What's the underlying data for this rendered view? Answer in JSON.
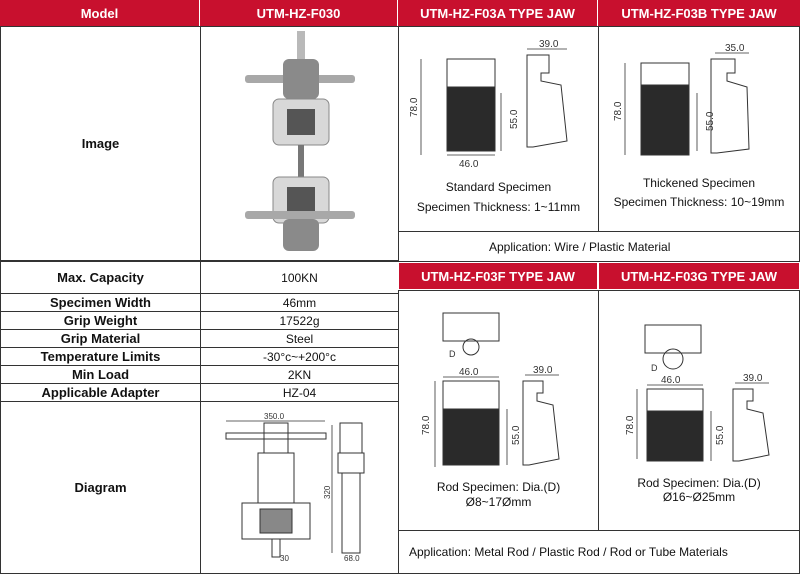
{
  "header": {
    "col_model": "Model",
    "col_model_value": "UTM-HZ-F030",
    "col_jaw_a": "UTM-HZ-F03A TYPE JAW",
    "col_jaw_b": "UTM-HZ-F03B TYPE JAW"
  },
  "image_row": {
    "label": "Image"
  },
  "specs": [
    {
      "label": "Max. Capacity",
      "value": "100KN"
    },
    {
      "label": "Specimen Width",
      "value": "46mm"
    },
    {
      "label": "Grip Weight",
      "value": "17522g"
    },
    {
      "label": "Grip Material",
      "value": "Steel"
    },
    {
      "label": "Temperature Limits",
      "value": "-30°c~+200°c"
    },
    {
      "label": "Min Load",
      "value": "2KN"
    },
    {
      "label": "Applicable Adapter",
      "value": "HZ-04"
    }
  ],
  "diagram_row": {
    "label": "Diagram",
    "dim_width": "350.0",
    "dim_height": "320",
    "dim_small_a": "30",
    "dim_small_b": "68.0"
  },
  "jaw_a": {
    "dim_width": "46.0",
    "dim_height": "78.0",
    "dim_inner": "55.0",
    "dim_side": "39.0",
    "caption1": "Standard Specimen",
    "caption2": "Specimen Thickness: 1~11mm"
  },
  "jaw_b": {
    "dim_height": "78.0",
    "dim_inner": "55.0",
    "dim_side": "35.0",
    "caption1": "Thickened Specimen",
    "caption2": "Specimen Thickness: 10~19mm"
  },
  "application_ab": "Application: Wire / Plastic Material",
  "header2": {
    "col_jaw_f": "UTM-HZ-F03F TYPE JAW",
    "col_jaw_g": "UTM-HZ-F03G TYPE JAW"
  },
  "jaw_f": {
    "dim_d": "D",
    "dim_width": "46.0",
    "dim_height": "78.0",
    "dim_inner": "55.0",
    "dim_side": "39.0",
    "caption1": "Rod Specimen: Dia.(D)",
    "caption2": "Ø8~17Ømm"
  },
  "jaw_g": {
    "dim_d": "D",
    "dim_width": "46.0",
    "dim_height": "78.0",
    "dim_inner": "55.0",
    "dim_side": "39.0",
    "caption1": "Rod Specimen: Dia.(D)",
    "caption2": "Ø16~Ø25mm"
  },
  "application_fg": "Application: Metal Rod / Plastic Rod / Rod or Tube Materials",
  "colors": {
    "accent": "#c8102e"
  }
}
